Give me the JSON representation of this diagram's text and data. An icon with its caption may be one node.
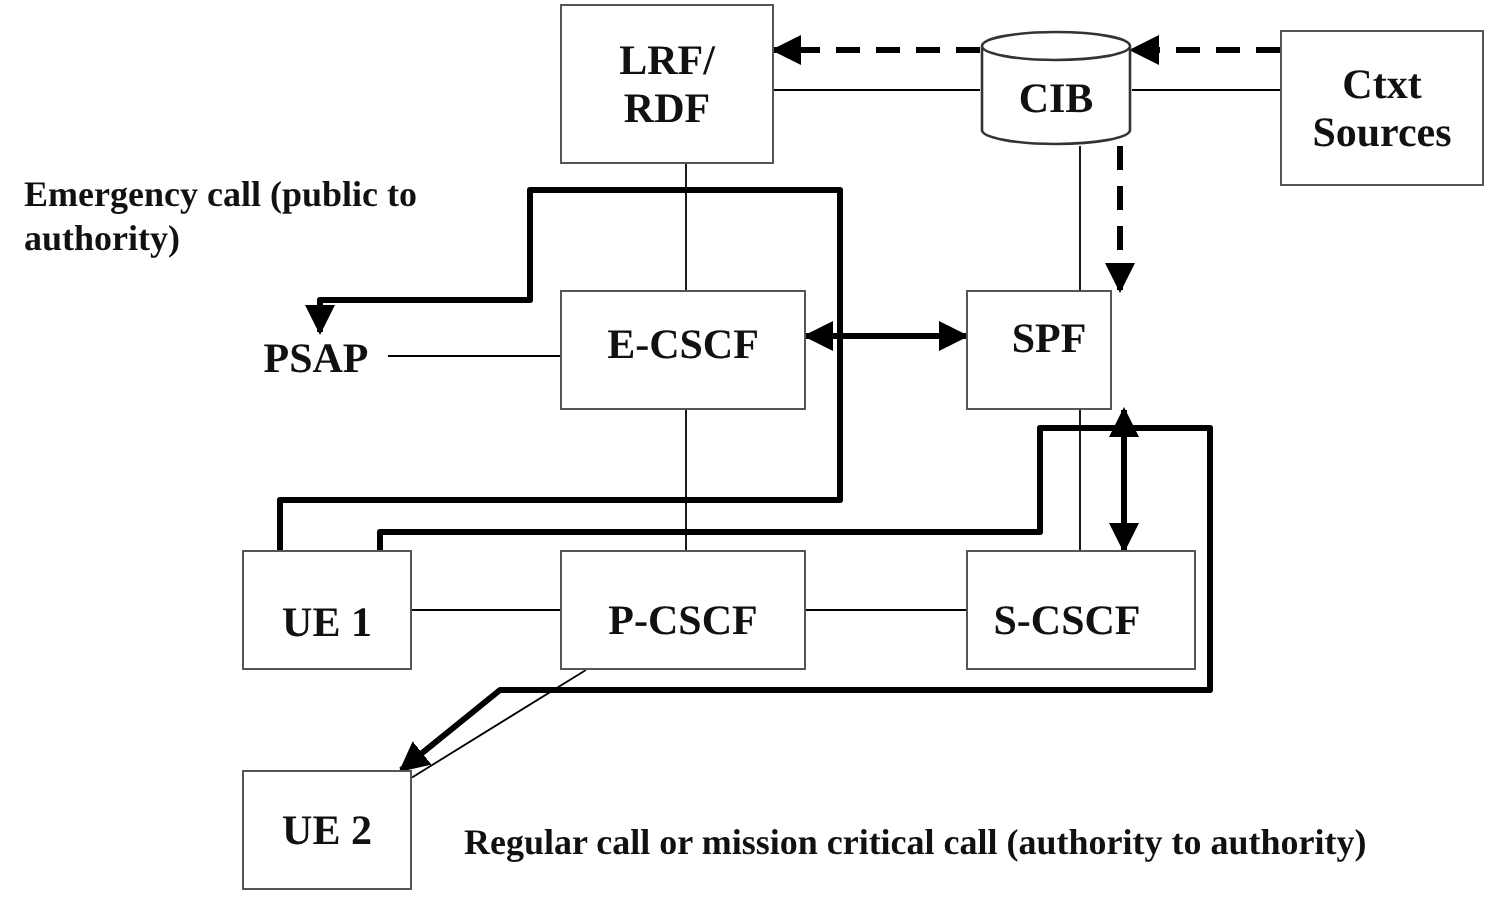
{
  "diagram": {
    "nodes": [
      {
        "text": [
          "LRF/ RDF"
        ]
      },
      {
        "text": [
          "CIB"
        ]
      },
      {
        "text": [
          "Ctxt Sources"
        ]
      },
      {
        "text": [
          "PSAP"
        ]
      },
      {
        "text": [
          "E-CSCF"
        ]
      },
      {
        "text": [
          "SPF"
        ]
      },
      {
        "text": [
          "UE 1"
        ]
      },
      {
        "text": [
          "P-CSCF"
        ]
      },
      {
        "text": [
          "S-CSCF"
        ]
      },
      {
        "text": [
          "UE 2"
        ]
      }
    ],
    "edges": [
      {
        "from": 2,
        "to": 1,
        "arrow": "to",
        "style": "dashed"
      },
      {
        "from": 1,
        "to": 0,
        "arrow": "to",
        "style": "dashed"
      },
      {
        "from": 0,
        "to": 1,
        "arrow": "none"
      },
      {
        "from": 1,
        "to": 2,
        "arrow": "none"
      },
      {
        "from": 1,
        "to": 5,
        "arrow": "to",
        "style": "dashed"
      },
      {
        "from": 0,
        "to": 4,
        "arrow": "none"
      },
      {
        "from": 1,
        "to": 5,
        "arrow": "none"
      },
      {
        "from": 3,
        "to": 4,
        "arrow": "none"
      },
      {
        "from": 4,
        "to": 5,
        "arrow": "both",
        "style": "thick"
      },
      {
        "from": 4,
        "to": 7,
        "arrow": "none"
      },
      {
        "from": 6,
        "to": 7,
        "arrow": "none"
      },
      {
        "from": 7,
        "to": 8,
        "arrow": "none"
      },
      {
        "from": 5,
        "to": 8,
        "arrow": "none"
      },
      {
        "from": 5,
        "to": 8,
        "arrow": "both",
        "style": "thick"
      },
      {
        "from": 7,
        "to": 9,
        "arrow": "none"
      },
      {
        "from": 6,
        "to": 3,
        "arrow": "to",
        "style": "thick",
        "label": "Emergency call (public to authority)"
      },
      {
        "from": 6,
        "to": 9,
        "arrow": "to",
        "style": "thick",
        "label": "Regular call or mission critical call (authority to authority)"
      }
    ]
  }
}
